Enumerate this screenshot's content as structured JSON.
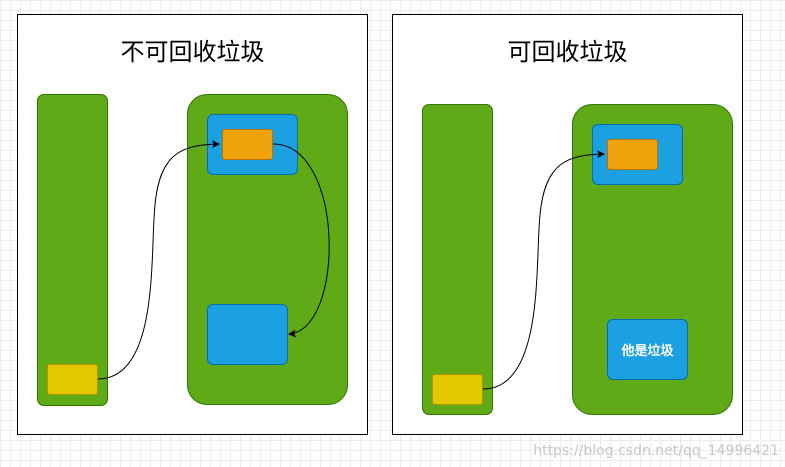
{
  "panels": {
    "left": {
      "title": "不可回收垃圾"
    },
    "right": {
      "title": "可回收垃圾",
      "garbage_label": "他是垃圾"
    }
  },
  "watermark": "https://blog.csdn.net/qq_14996421",
  "colors": {
    "green": "#60a917",
    "blue": "#1ba1e2",
    "orange": "#f0a30a",
    "yellow": "#e3c800"
  }
}
